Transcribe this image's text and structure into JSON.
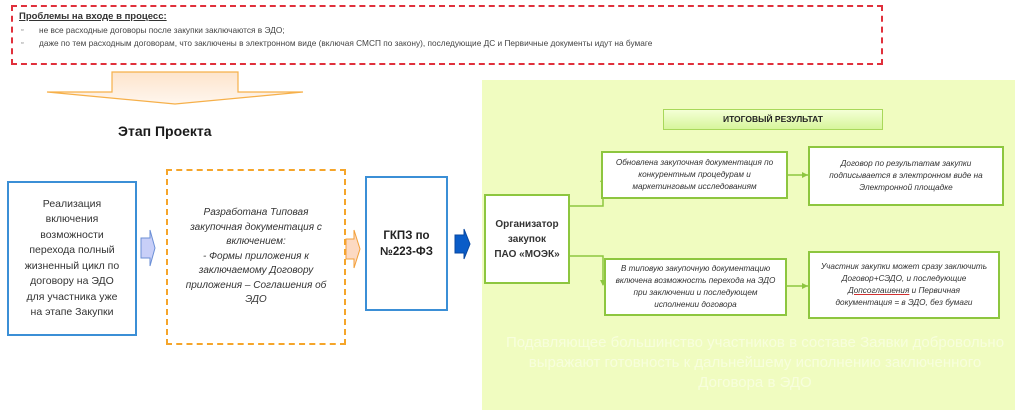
{
  "problems": {
    "title": "Проблемы на входе в процесс:",
    "items": [
      "не все расходные договоры после закупки заключаются в ЭДО;",
      "даже по тем расходным договорам, что заключены в электронном виде (включая СМСП по закону), последующие ДС и Первичные документы идут на бумаге"
    ],
    "bullet": "▫"
  },
  "stage": {
    "title": "Этап Проекта"
  },
  "boxes": {
    "realization": "Реализация включения возможности перехода полный жизненный цикл по договору на ЭДО для участника уже на этапе Закупки",
    "docs": "Разработана Типовая закупочная документация с включением:\n- Формы приложения к заключаемому Договору приложения – Соглашения об ЭДО",
    "gkpz": "ГКПЗ по\n№223-ФЗ"
  },
  "result": {
    "title": "ИТОГОВЫЙ РЕЗУЛЬТАТ",
    "organizer": "Организатор\nзакупок\nПАО «МОЭК»",
    "updated_docs": "Обновлена закупочная документация по конкурентным процедурам и маркетинговым исследованиям",
    "typical_docs": "В типовую закупочную документацию включена возможность перехода на ЭДО при заключении и последующем исполнении договора",
    "contract_signed": "Договор по результатам закупки подписывается в электронном виде на Электронной площадке",
    "participant_pre": "Участник закупки может сразу заключить Договор+СЭДО, и последующие ",
    "participant_underlined": "Допсоглашения",
    "participant_post": " и Первичная документация = в ЭДО, без бумаги",
    "faint_note": "Подавляющее большинство участников в составе Заявки добровольно выражают готовность к дальнейшему исполнению заключенного Договора в ЭДО"
  },
  "colors": {
    "problems_border": "#e0303c",
    "blue_border": "#3b8fd6",
    "orange_dashed": "#f5a52a",
    "green_panel": "#f0fcc0",
    "green_border": "#8dc63f",
    "dark_blue_arrow": "#0a5cc8"
  }
}
